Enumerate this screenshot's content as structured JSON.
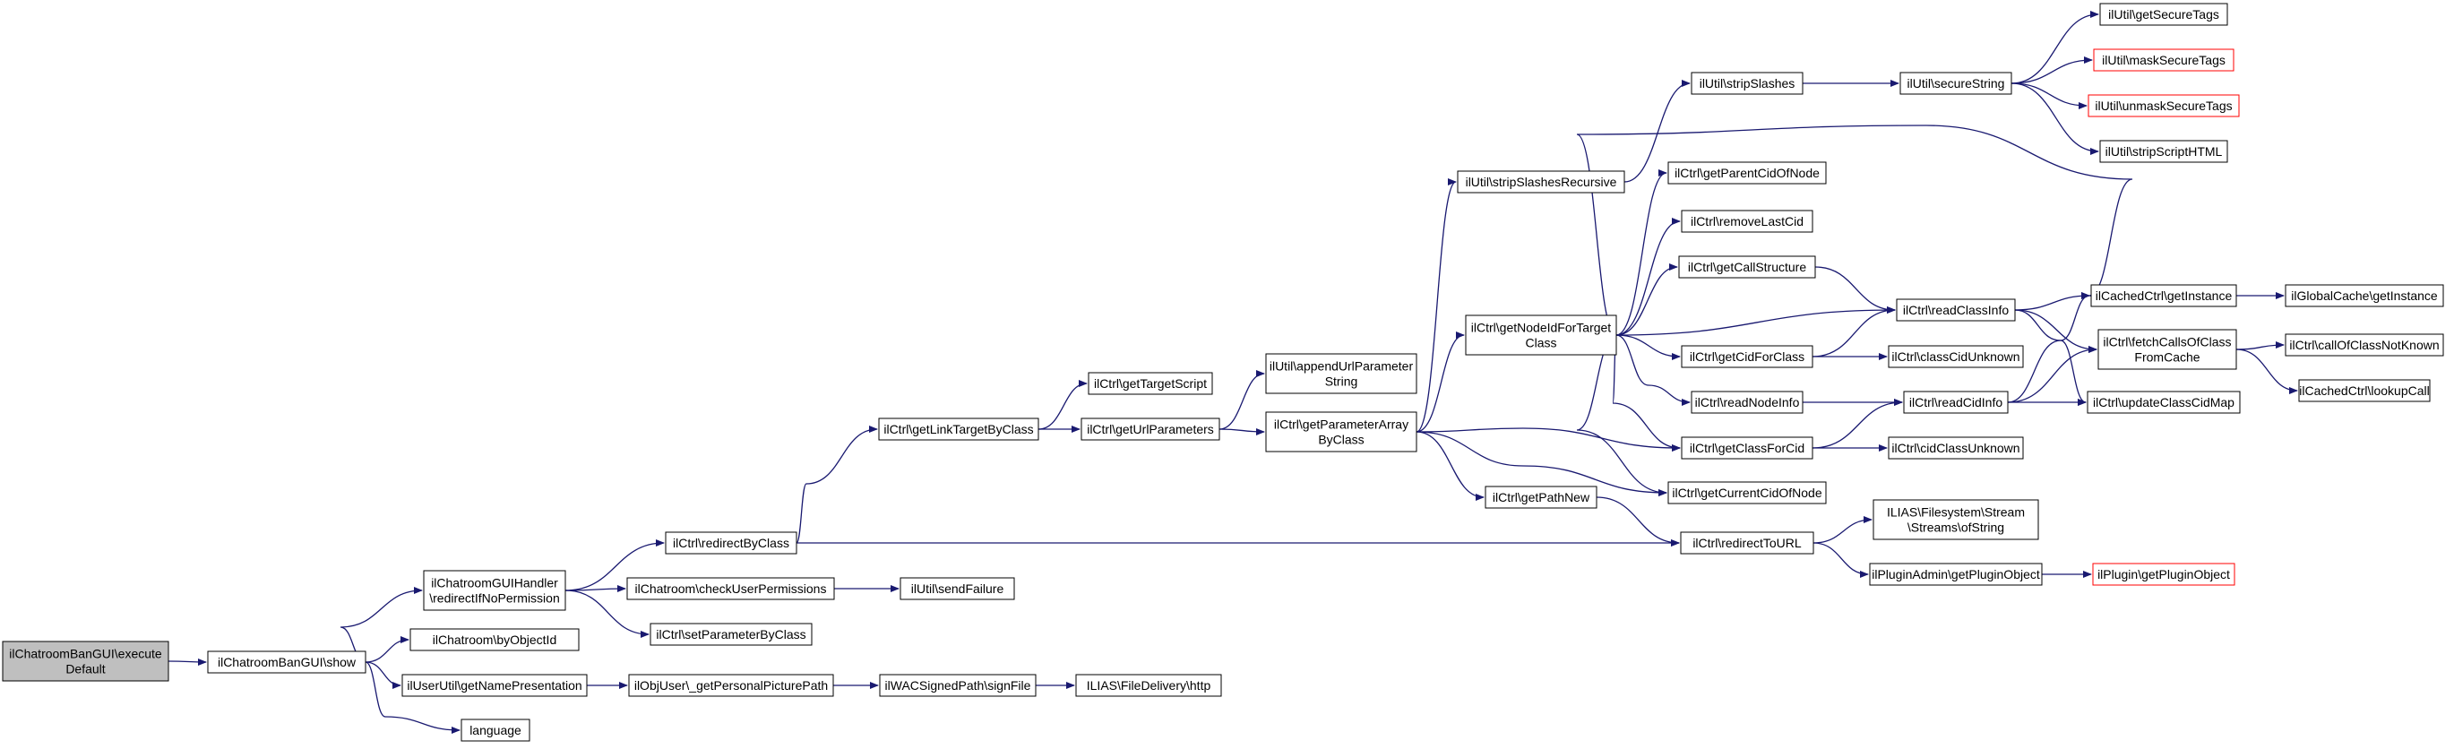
{
  "diagram": {
    "type": "call-graph",
    "colors": {
      "edge": "#191970",
      "border_default": "#000000",
      "border_missing": "#ff0000",
      "fill_root": "#bfbfbf",
      "fill_default": "#ffffff"
    },
    "nodes": [
      {
        "id": "root",
        "lines": [
          "ilChatroomBanGUI\\execute",
          "Default"
        ],
        "style": "root"
      },
      {
        "id": "show",
        "lines": [
          "ilChatroomBanGUI\\show"
        ],
        "style": "default"
      },
      {
        "id": "handler",
        "lines": [
          "ilChatroomGUIHandler",
          "\\redirectIfNoPermission"
        ],
        "style": "default"
      },
      {
        "id": "byObjectId",
        "lines": [
          "ilChatroom\\byObjectId"
        ],
        "style": "default"
      },
      {
        "id": "getNamePresentation",
        "lines": [
          "ilUserUtil\\getNamePresentation"
        ],
        "style": "default"
      },
      {
        "id": "language",
        "lines": [
          "language"
        ],
        "style": "default"
      },
      {
        "id": "redirectByClass",
        "lines": [
          "ilCtrl\\redirectByClass"
        ],
        "style": "default"
      },
      {
        "id": "checkUserPermissions",
        "lines": [
          "ilChatroom\\checkUserPermissions"
        ],
        "style": "default"
      },
      {
        "id": "setParameterByClass",
        "lines": [
          "ilCtrl\\setParameterByClass"
        ],
        "style": "default"
      },
      {
        "id": "getPersonalPicturePath",
        "lines": [
          "ilObjUser\\_getPersonalPicturePath"
        ],
        "style": "default"
      },
      {
        "id": "sendFailure",
        "lines": [
          "ilUtil\\sendFailure"
        ],
        "style": "default"
      },
      {
        "id": "signFile",
        "lines": [
          "ilWACSignedPath\\signFile"
        ],
        "style": "default"
      },
      {
        "id": "http",
        "lines": [
          "ILIAS\\FileDelivery\\http"
        ],
        "style": "default"
      },
      {
        "id": "getLinkTargetByClass",
        "lines": [
          "ilCtrl\\getLinkTargetByClass"
        ],
        "style": "default"
      },
      {
        "id": "getTargetScript",
        "lines": [
          "ilCtrl\\getTargetScript"
        ],
        "style": "default"
      },
      {
        "id": "getUrlParameters",
        "lines": [
          "ilCtrl\\getUrlParameters"
        ],
        "style": "default"
      },
      {
        "id": "appendUrlParameterString",
        "lines": [
          "ilUtil\\appendUrlParameter",
          "String"
        ],
        "style": "default"
      },
      {
        "id": "getParameterArrayByClass",
        "lines": [
          "ilCtrl\\getParameterArray",
          "ByClass"
        ],
        "style": "default"
      },
      {
        "id": "stripSlashesRecursive",
        "lines": [
          "ilUtil\\stripSlashesRecursive"
        ],
        "style": "default"
      },
      {
        "id": "getNodeIdForTargetClass",
        "lines": [
          "ilCtrl\\getNodeIdForTarget",
          "Class"
        ],
        "style": "default"
      },
      {
        "id": "getPathNew",
        "lines": [
          "ilCtrl\\getPathNew"
        ],
        "style": "default"
      },
      {
        "id": "stripSlashes",
        "lines": [
          "ilUtil\\stripSlashes"
        ],
        "style": "default"
      },
      {
        "id": "getParentCidOfNode",
        "lines": [
          "ilCtrl\\getParentCidOfNode"
        ],
        "style": "default"
      },
      {
        "id": "removeLastCid",
        "lines": [
          "ilCtrl\\removeLastCid"
        ],
        "style": "default"
      },
      {
        "id": "getCallStructure",
        "lines": [
          "ilCtrl\\getCallStructure"
        ],
        "style": "default"
      },
      {
        "id": "getCidForClass",
        "lines": [
          "ilCtrl\\getCidForClass"
        ],
        "style": "default"
      },
      {
        "id": "readNodeInfo",
        "lines": [
          "ilCtrl\\readNodeInfo"
        ],
        "style": "default"
      },
      {
        "id": "getClassForCid",
        "lines": [
          "ilCtrl\\getClassForCid"
        ],
        "style": "default"
      },
      {
        "id": "getCurrentCidOfNode",
        "lines": [
          "ilCtrl\\getCurrentCidOfNode"
        ],
        "style": "default"
      },
      {
        "id": "redirectToURL",
        "lines": [
          "ilCtrl\\redirectToURL"
        ],
        "style": "default"
      },
      {
        "id": "secureString",
        "lines": [
          "ilUtil\\secureString"
        ],
        "style": "default"
      },
      {
        "id": "readClassInfo",
        "lines": [
          "ilCtrl\\readClassInfo"
        ],
        "style": "default"
      },
      {
        "id": "classCidUnknown",
        "lines": [
          "ilCtrl\\classCidUnknown"
        ],
        "style": "default"
      },
      {
        "id": "readCidInfo",
        "lines": [
          "ilCtrl\\readCidInfo"
        ],
        "style": "default"
      },
      {
        "id": "cidClassUnknown",
        "lines": [
          "ilCtrl\\cidClassUnknown"
        ],
        "style": "default"
      },
      {
        "id": "streamsOfString",
        "lines": [
          "ILIAS\\Filesystem\\Stream",
          "\\Streams\\ofString"
        ],
        "style": "default"
      },
      {
        "id": "getPluginObjectAdmin",
        "lines": [
          "ilPluginAdmin\\getPluginObject"
        ],
        "style": "default"
      },
      {
        "id": "getSecureTags",
        "lines": [
          "ilUtil\\getSecureTags"
        ],
        "style": "default"
      },
      {
        "id": "maskSecureTags",
        "lines": [
          "ilUtil\\maskSecureTags"
        ],
        "style": "missing"
      },
      {
        "id": "unmaskSecureTags",
        "lines": [
          "ilUtil\\unmaskSecureTags"
        ],
        "style": "missing"
      },
      {
        "id": "stripScriptHTML",
        "lines": [
          "ilUtil\\stripScriptHTML"
        ],
        "style": "default"
      },
      {
        "id": "getInstance",
        "lines": [
          "ilCachedCtrl\\getInstance"
        ],
        "style": "default"
      },
      {
        "id": "fetchCallsOfClassFromCache",
        "lines": [
          "ilCtrl\\fetchCallsOfClass",
          "FromCache"
        ],
        "style": "default"
      },
      {
        "id": "updateClassCidMap",
        "lines": [
          "ilCtrl\\updateClassCidMap"
        ],
        "style": "default"
      },
      {
        "id": "getPluginObject",
        "lines": [
          "ilPlugin\\getPluginObject"
        ],
        "style": "missing"
      },
      {
        "id": "globalCacheGetInstance",
        "lines": [
          "ilGlobalCache\\getInstance"
        ],
        "style": "default"
      },
      {
        "id": "callOfClassNotKnown",
        "lines": [
          "ilCtrl\\callOfClassNotKnown"
        ],
        "style": "default"
      },
      {
        "id": "lookupCall",
        "lines": [
          "ilCachedCtrl\\lookupCall"
        ],
        "style": "default"
      }
    ],
    "edges": [
      [
        "root",
        "show"
      ],
      [
        "show",
        "handler"
      ],
      [
        "show",
        "byObjectId"
      ],
      [
        "show",
        "getNamePresentation"
      ],
      [
        "show",
        "language"
      ],
      [
        "handler",
        "redirectByClass"
      ],
      [
        "handler",
        "checkUserPermissions"
      ],
      [
        "handler",
        "setParameterByClass"
      ],
      [
        "getNamePresentation",
        "getPersonalPicturePath"
      ],
      [
        "checkUserPermissions",
        "sendFailure"
      ],
      [
        "getPersonalPicturePath",
        "signFile"
      ],
      [
        "signFile",
        "http"
      ],
      [
        "redirectByClass",
        "getLinkTargetByClass"
      ],
      [
        "redirectByClass",
        "redirectToURL"
      ],
      [
        "getLinkTargetByClass",
        "getTargetScript"
      ],
      [
        "getLinkTargetByClass",
        "getUrlParameters"
      ],
      [
        "getUrlParameters",
        "appendUrlParameterString"
      ],
      [
        "getUrlParameters",
        "getParameterArrayByClass"
      ],
      [
        "getParameterArrayByClass",
        "stripSlashesRecursive"
      ],
      [
        "getParameterArrayByClass",
        "getNodeIdForTargetClass"
      ],
      [
        "getParameterArrayByClass",
        "getPathNew"
      ],
      [
        "getParameterArrayByClass",
        "getClassForCid"
      ],
      [
        "getParameterArrayByClass",
        "getCurrentCidOfNode"
      ],
      [
        "stripSlashesRecursive",
        "stripSlashes"
      ],
      [
        "stripSlashes",
        "secureString"
      ],
      [
        "secureString",
        "getSecureTags"
      ],
      [
        "secureString",
        "maskSecureTags"
      ],
      [
        "secureString",
        "unmaskSecureTags"
      ],
      [
        "secureString",
        "stripScriptHTML"
      ],
      [
        "getNodeIdForTargetClass",
        "getParentCidOfNode"
      ],
      [
        "getNodeIdForTargetClass",
        "removeLastCid"
      ],
      [
        "getNodeIdForTargetClass",
        "getCallStructure"
      ],
      [
        "getNodeIdForTargetClass",
        "readClassInfo"
      ],
      [
        "getNodeIdForTargetClass",
        "getCidForClass"
      ],
      [
        "getNodeIdForTargetClass",
        "readNodeInfo"
      ],
      [
        "getNodeIdForTargetClass",
        "getClassForCid"
      ],
      [
        "getNodeIdForTargetClass",
        "getCurrentCidOfNode"
      ],
      [
        "getNodeIdForTargetClass",
        "getInstance"
      ],
      [
        "getPathNew",
        "redirectToURL"
      ],
      [
        "getCallStructure",
        "readClassInfo"
      ],
      [
        "getCidForClass",
        "readClassInfo"
      ],
      [
        "getCidForClass",
        "classCidUnknown"
      ],
      [
        "readNodeInfo",
        "readCidInfo"
      ],
      [
        "getClassForCid",
        "readCidInfo"
      ],
      [
        "getClassForCid",
        "cidClassUnknown"
      ],
      [
        "readClassInfo",
        "getInstance"
      ],
      [
        "readClassInfo",
        "fetchCallsOfClassFromCache"
      ],
      [
        "readClassInfo",
        "updateClassCidMap"
      ],
      [
        "readCidInfo",
        "getInstance"
      ],
      [
        "readCidInfo",
        "fetchCallsOfClassFromCache"
      ],
      [
        "readCidInfo",
        "updateClassCidMap"
      ],
      [
        "redirectToURL",
        "streamsOfString"
      ],
      [
        "redirectToURL",
        "getPluginObjectAdmin"
      ],
      [
        "getPluginObjectAdmin",
        "getPluginObject"
      ],
      [
        "getInstance",
        "globalCacheGetInstance"
      ],
      [
        "fetchCallsOfClassFromCache",
        "callOfClassNotKnown"
      ],
      [
        "fetchCallsOfClassFromCache",
        "lookupCall"
      ]
    ]
  }
}
